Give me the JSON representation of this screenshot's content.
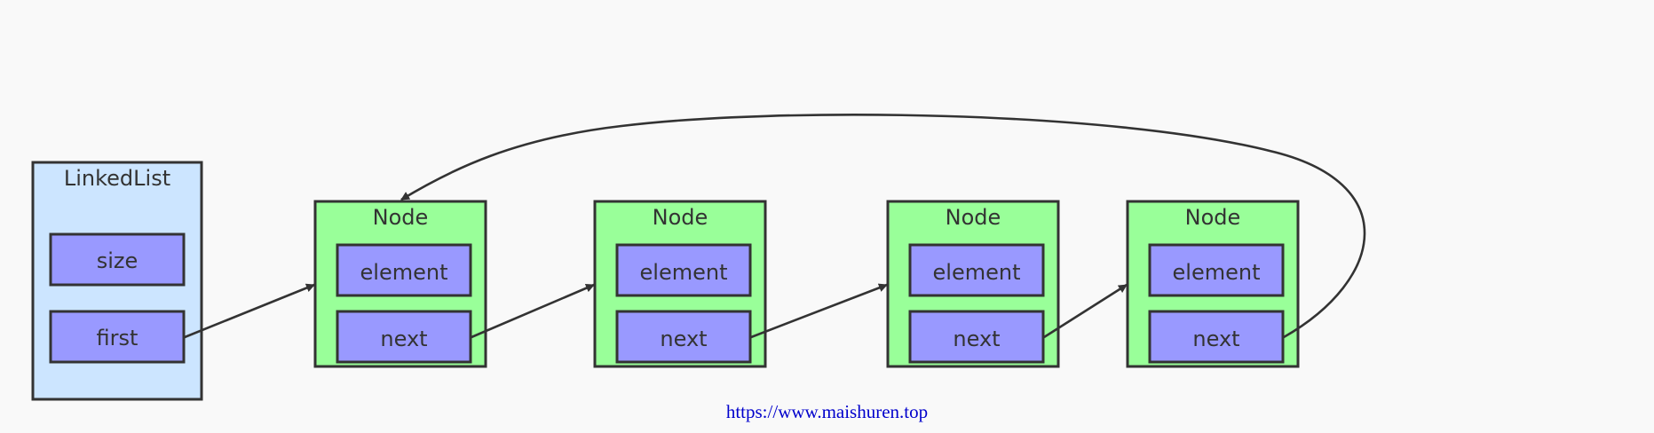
{
  "linked_list": {
    "title": "LinkedList",
    "fields": [
      "size",
      "first"
    ]
  },
  "nodes": [
    {
      "title": "Node",
      "fields": [
        "element",
        "next"
      ]
    },
    {
      "title": "Node",
      "fields": [
        "element",
        "next"
      ]
    },
    {
      "title": "Node",
      "fields": [
        "element",
        "next"
      ]
    },
    {
      "title": "Node",
      "fields": [
        "element",
        "next"
      ]
    }
  ],
  "watermark": "https://www.maishuren.top",
  "colors": {
    "linked_list_fill": "#cce5ff",
    "node_fill": "#99ff99",
    "field_fill": "#9999ff",
    "border": "#333333",
    "edge": "#333333",
    "watermark": "#0000cc"
  }
}
